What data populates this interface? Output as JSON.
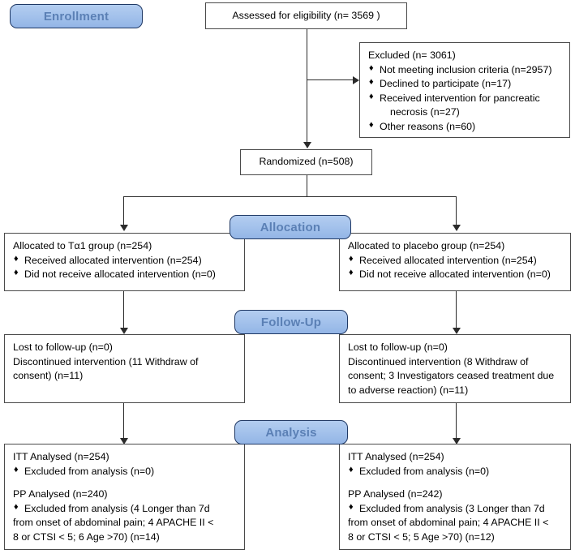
{
  "diagram": {
    "type": "consort-flow-diagram",
    "stage_labels": [
      {
        "id": "enrollment",
        "text": "Enrollment"
      },
      {
        "id": "allocation",
        "text": "Allocation"
      },
      {
        "id": "followup",
        "text": "Follow-Up"
      },
      {
        "id": "analysis",
        "text": "Analysis"
      }
    ],
    "enrollment": {
      "assessed": "Assessed for eligibility (n= 3569 )",
      "excluded": {
        "head": "Excluded  (n= 3061)",
        "items": [
          {
            "text": "Not meeting inclusion criteria (n=2957)",
            "cont": ""
          },
          {
            "text": "Declined to participate (n=17)",
            "cont": ""
          },
          {
            "text": "Received intervention for pancreatic",
            "cont": "necrosis (n=27)"
          },
          {
            "text": "Other reasons (n=60)",
            "cont": ""
          }
        ]
      },
      "randomized": "Randomized (n=508)"
    },
    "allocation": {
      "left": {
        "head": "Allocated to Tα1 group (n=254)",
        "items": [
          {
            "text": "Received allocated intervention (n=254)"
          },
          {
            "text": "Did not receive allocated intervention (n=0)"
          }
        ]
      },
      "right": {
        "head": "Allocated to placebo group (n=254)",
        "items": [
          {
            "text": "Received allocated intervention (n=254)"
          },
          {
            "text": "Did not receive allocated intervention (n=0)"
          }
        ]
      }
    },
    "followup": {
      "left": {
        "lost": "Lost to follow-up (n=0)",
        "discontinued_lines": [
          "Discontinued intervention (11 Withdraw of",
          "consent) (n=11)"
        ]
      },
      "right": {
        "lost": "Lost to follow-up (n=0)",
        "discontinued_lines": [
          "Discontinued intervention (8 Withdraw of",
          "consent; 3 Investigators ceased treatment due",
          "to adverse reaction) (n=11)"
        ]
      }
    },
    "analysis": {
      "left": {
        "itt_head": "ITT Analysed  (n=254)",
        "itt_bullet": "Excluded from analysis (n=0)",
        "pp_head": "PP Analysed  (n=240)",
        "pp_bullet_lines": [
          "Excluded from analysis (4 Longer than 7d",
          "from onset of abdominal pain; 4 APACHE II <",
          "8 or CTSI < 5;  6 Age >70) (n=14)"
        ]
      },
      "right": {
        "itt_head": "ITT Analysed  (n=254)",
        "itt_bullet": "Excluded from analysis (n=0)",
        "pp_head": "PP Analysed  (n=242)",
        "pp_bullet_lines": [
          "Excluded from analysis (3 Longer than 7d",
          "from onset of abdominal pain; 4 APACHE II <",
          "8 or CTSI < 5;  5 Age >70) (n=12)"
        ]
      }
    },
    "bullet_glyph": "♦",
    "colors": {
      "stage_fill": "#a5c3ec",
      "stage_border": "#1f3864",
      "stage_text": "#5b80b5",
      "box_border": "#4a4a4a",
      "connector": "#2b2b2b",
      "background": "#ffffff"
    }
  }
}
